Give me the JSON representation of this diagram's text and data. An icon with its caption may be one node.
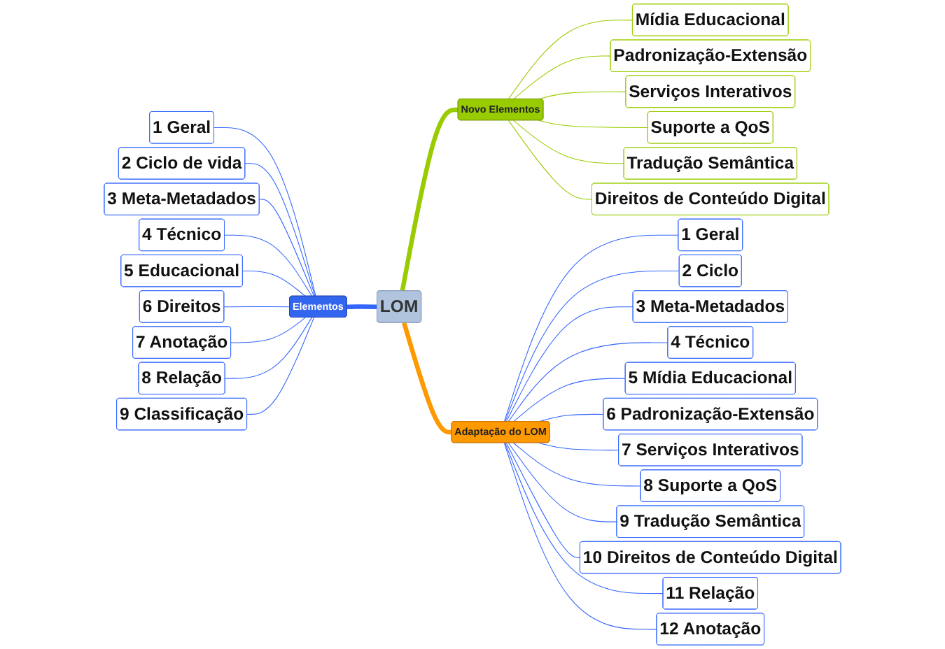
{
  "diagram": {
    "nodes": [
      {
        "text": [
          "1 Geral"
        ]
      },
      {
        "text": [
          "2 Ciclo de vida"
        ]
      },
      {
        "text": [
          "3 Meta-Metadados"
        ]
      },
      {
        "text": [
          "4 Técnico"
        ]
      },
      {
        "text": [
          "5 Educacional"
        ]
      },
      {
        "text": [
          "6 Direitos"
        ]
      },
      {
        "text": [
          "7 Anotação"
        ]
      },
      {
        "text": [
          "8 Relação"
        ]
      },
      {
        "text": [
          "9 Classificação"
        ]
      },
      {
        "text": [
          "Elementos"
        ]
      },
      {
        "text": [
          "LOM"
        ]
      },
      {
        "text": [
          "Novo Elementos"
        ]
      },
      {
        "text": [
          "Mídia Educacional"
        ]
      },
      {
        "text": [
          "Padronização-Extensão"
        ]
      },
      {
        "text": [
          "Serviços Interativos"
        ]
      },
      {
        "text": [
          "Suporte a QoS"
        ]
      },
      {
        "text": [
          "Tradução Semântica"
        ]
      },
      {
        "text": [
          "Direitos de Conteúdo Digital"
        ]
      },
      {
        "text": [
          "Adaptação do LOM"
        ]
      },
      {
        "text": [
          "1 Geral"
        ]
      },
      {
        "text": [
          "2 Ciclo"
        ]
      },
      {
        "text": [
          "3 Meta-Metadados"
        ]
      },
      {
        "text": [
          "4 Técnico"
        ]
      },
      {
        "text": [
          "5 Mídia Educacional"
        ]
      },
      {
        "text": [
          "6 Padronização-Extensão"
        ]
      },
      {
        "text": [
          "7 Serviços Interativos"
        ]
      },
      {
        "text": [
          "8 Suporte a QoS"
        ]
      },
      {
        "text": [
          "9 Tradução Semântica"
        ]
      },
      {
        "text": [
          "10 Direitos de Conteúdo Digital"
        ]
      },
      {
        "text": [
          "11 Relação"
        ]
      },
      {
        "text": [
          "12 Anotação"
        ]
      }
    ],
    "edges": [
      {
        "from": 0,
        "to": 9,
        "arrow": "none",
        "color": "#3366ff"
      },
      {
        "from": 1,
        "to": 9,
        "arrow": "none",
        "color": "#3366ff"
      },
      {
        "from": 2,
        "to": 9,
        "arrow": "none",
        "color": "#3366ff"
      },
      {
        "from": 3,
        "to": 9,
        "arrow": "none",
        "color": "#3366ff"
      },
      {
        "from": 4,
        "to": 9,
        "arrow": "none",
        "color": "#3366ff"
      },
      {
        "from": 5,
        "to": 9,
        "arrow": "none",
        "color": "#3366ff"
      },
      {
        "from": 6,
        "to": 9,
        "arrow": "none",
        "color": "#3366ff"
      },
      {
        "from": 7,
        "to": 9,
        "arrow": "none",
        "color": "#3366ff"
      },
      {
        "from": 8,
        "to": 9,
        "arrow": "none",
        "color": "#3366ff"
      },
      {
        "from": 9,
        "to": 10,
        "arrow": "none",
        "style": "thick",
        "color": "#3366ff"
      },
      {
        "from": 10,
        "to": 11,
        "arrow": "none",
        "style": "thick",
        "color": "#99cc00"
      },
      {
        "from": 11,
        "to": 12,
        "arrow": "none",
        "color": "#99cc00"
      },
      {
        "from": 11,
        "to": 13,
        "arrow": "none",
        "color": "#99cc00"
      },
      {
        "from": 11,
        "to": 14,
        "arrow": "none",
        "color": "#99cc00"
      },
      {
        "from": 11,
        "to": 15,
        "arrow": "none",
        "color": "#99cc00"
      },
      {
        "from": 11,
        "to": 16,
        "arrow": "none",
        "color": "#99cc00"
      },
      {
        "from": 11,
        "to": 17,
        "arrow": "none",
        "color": "#99cc00"
      },
      {
        "from": 10,
        "to": 18,
        "arrow": "none",
        "style": "thick",
        "color": "#ff9900"
      },
      {
        "from": 18,
        "to": 19,
        "arrow": "none",
        "color": "#3366ff"
      },
      {
        "from": 18,
        "to": 20,
        "arrow": "none",
        "color": "#3366ff"
      },
      {
        "from": 18,
        "to": 21,
        "arrow": "none",
        "color": "#3366ff"
      },
      {
        "from": 18,
        "to": 22,
        "arrow": "none",
        "color": "#3366ff"
      },
      {
        "from": 18,
        "to": 23,
        "arrow": "none",
        "color": "#3366ff"
      },
      {
        "from": 18,
        "to": 24,
        "arrow": "none",
        "color": "#3366ff"
      },
      {
        "from": 18,
        "to": 25,
        "arrow": "none",
        "color": "#3366ff"
      },
      {
        "from": 18,
        "to": 26,
        "arrow": "none",
        "color": "#3366ff"
      },
      {
        "from": 18,
        "to": 27,
        "arrow": "none",
        "color": "#3366ff"
      },
      {
        "from": 18,
        "to": 28,
        "arrow": "none",
        "color": "#3366ff"
      },
      {
        "from": 18,
        "to": 29,
        "arrow": "none",
        "color": "#3366ff"
      },
      {
        "from": 18,
        "to": 30,
        "arrow": "none",
        "color": "#3366ff"
      }
    ]
  }
}
